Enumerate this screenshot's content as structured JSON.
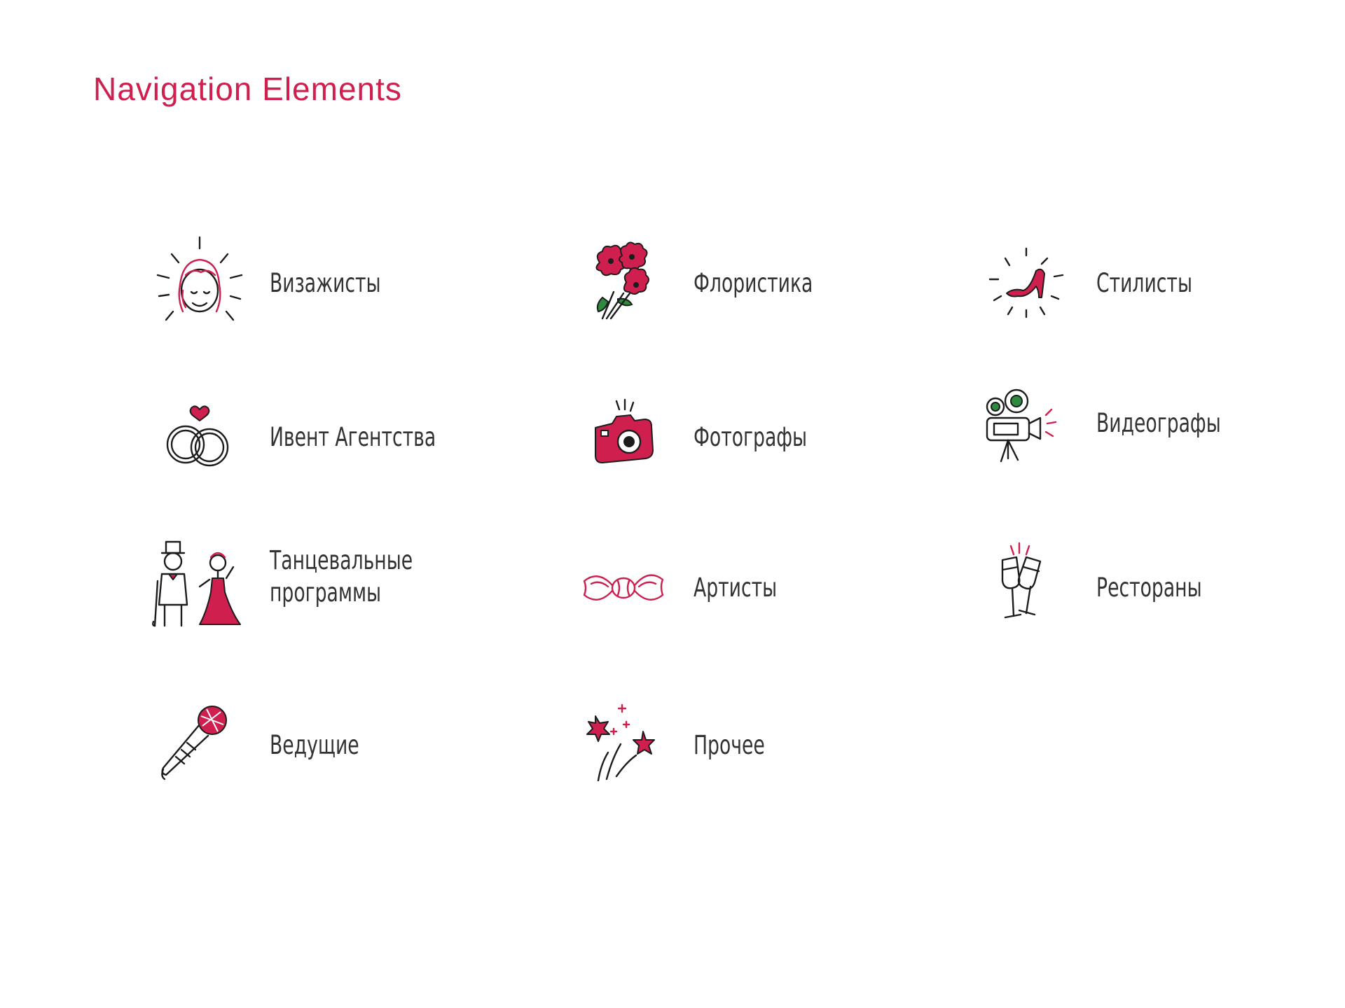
{
  "page": {
    "title": "Navigation Elements"
  },
  "colors": {
    "accent": "#cf1f4f",
    "text": "#333333",
    "ink": "#1c1c1c",
    "green": "#2d8a3e"
  },
  "nav": {
    "items": [
      {
        "label": "Визажисты",
        "icon": "makeup-girl-icon"
      },
      {
        "label": "Флористика",
        "icon": "bouquet-icon"
      },
      {
        "label": "Стилисты",
        "icon": "high-heel-shoe-icon"
      },
      {
        "label": "Ивент Агентства",
        "icon": "wedding-rings-icon"
      },
      {
        "label": "Фотографы",
        "icon": "camera-icon"
      },
      {
        "label": "Видеографы",
        "icon": "video-camera-icon"
      },
      {
        "label": "Танцевальные\nпрограммы",
        "icon": "dancing-couple-icon"
      },
      {
        "label": "Артисты",
        "icon": "bow-tie-icon"
      },
      {
        "label": "Рестораны",
        "icon": "champagne-glasses-icon"
      },
      {
        "label": "Ведущие",
        "icon": "microphone-icon"
      },
      {
        "label": "Прочее",
        "icon": "fireworks-icon"
      }
    ]
  }
}
